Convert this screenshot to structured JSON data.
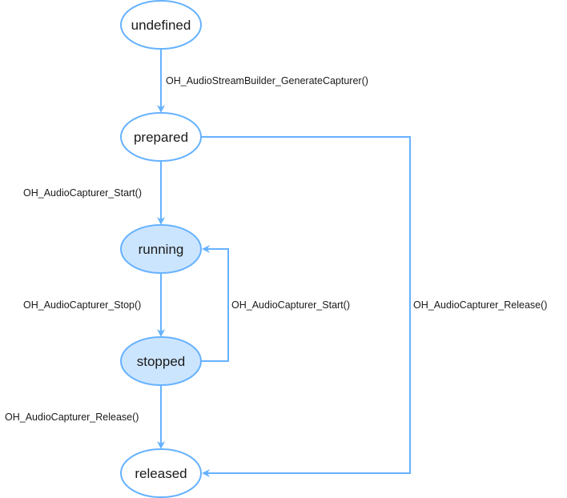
{
  "colors": {
    "stroke": "#66b2ff",
    "node_fill": "#ffffff",
    "active_fill": "#cce5ff",
    "text": "#1a1a1a"
  },
  "states": {
    "undefined": "undefined",
    "prepared": "prepared",
    "running": "running",
    "stopped": "stopped",
    "released": "released"
  },
  "transitions": {
    "generate": "OH_AudioStreamBuilder_GenerateCapturer()",
    "start": "OH_AudioCapturer_Start()",
    "stop": "OH_AudioCapturer_Stop()",
    "restart": "OH_AudioCapturer_Start()",
    "release_from_stopped": "OH_AudioCapturer_Release()",
    "release_from_prepared": "OH_AudioCapturer_Release()"
  }
}
